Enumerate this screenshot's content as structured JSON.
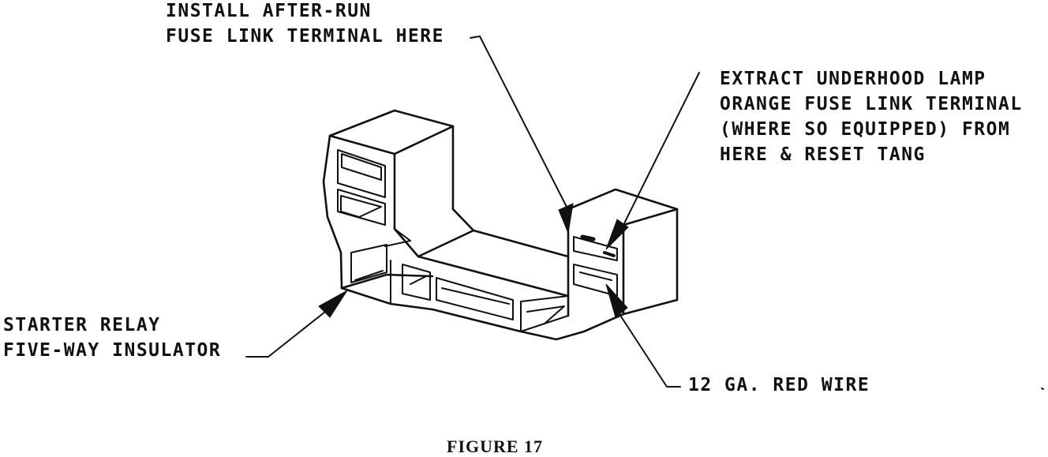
{
  "labels": {
    "install": {
      "line1": "INSTALL AFTER-RUN",
      "line2": "FUSE LINK TERMINAL HERE"
    },
    "extract": {
      "line1": "EXTRACT UNDERHOOD LAMP",
      "line2": "ORANGE FUSE LINK TERMINAL",
      "line3": "(WHERE SO EQUIPPED) FROM",
      "line4": "HERE & RESET TANG"
    },
    "starter": {
      "line1": "STARTER RELAY",
      "line2": "FIVE-WAY INSULATOR"
    },
    "wire": {
      "line1": "12 GA. RED WIRE"
    }
  },
  "caption": "FIGURE 17",
  "colors": {
    "ink": "#111111",
    "paper": "#ffffff"
  }
}
